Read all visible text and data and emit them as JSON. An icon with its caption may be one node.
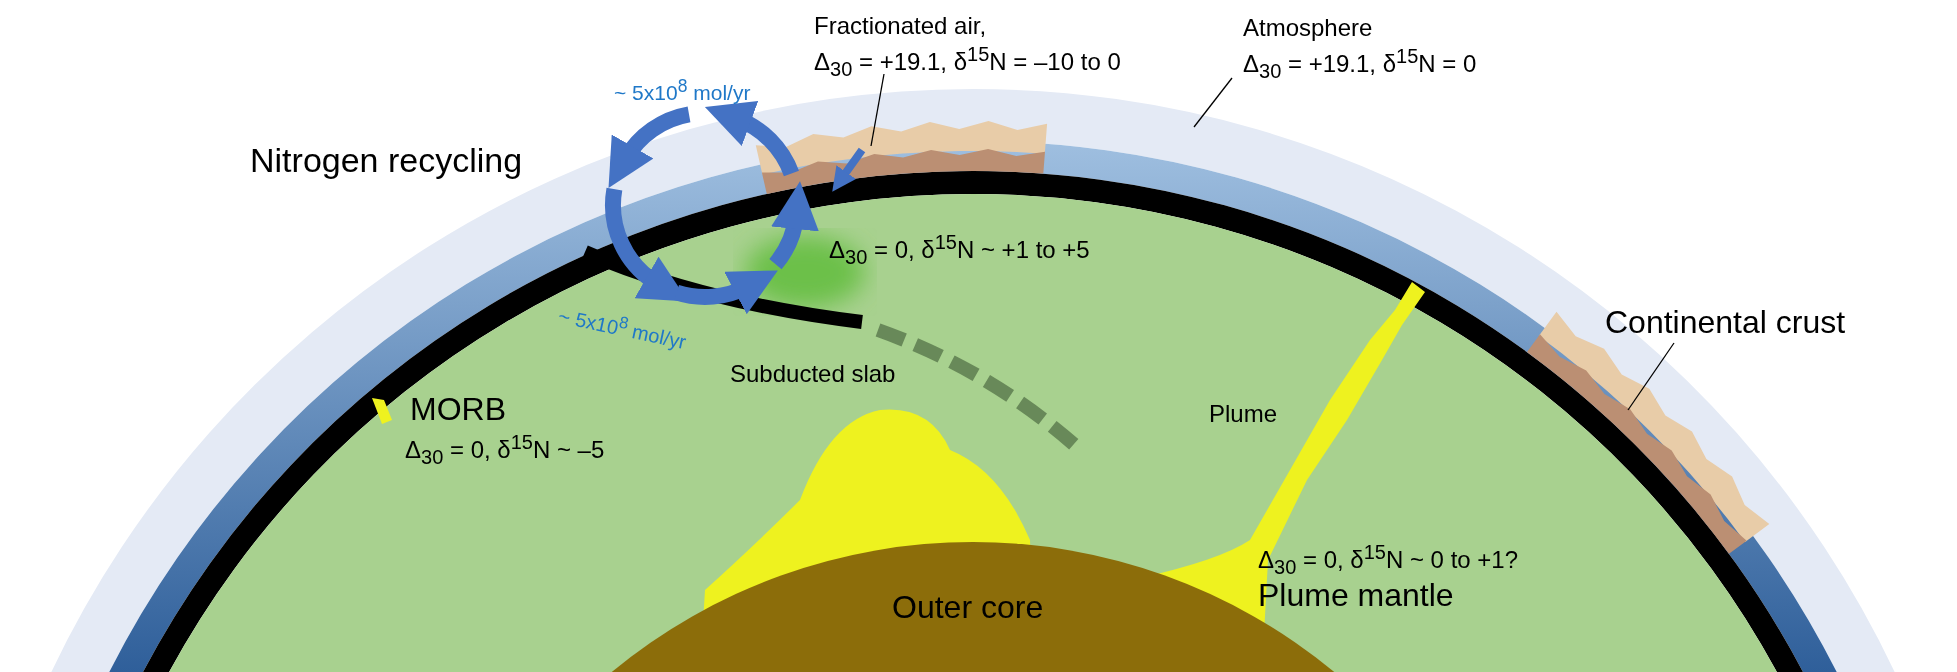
{
  "diagram": {
    "nodes": [
      {
        "text": [
          "Fractionated air,",
          "Δ$_{30}$ = +19.1, δ$^{15}$N = –10 to 0"
        ]
      },
      {
        "text": [],
        "shape": "picture"
      },
      {
        "text": [
          "Atmosphere",
          "Δ$_{30}$ = +19.1, δ$^{15}$N = 0"
        ]
      },
      {
        "text": [],
        "shape": "band"
      },
      {
        "text": [
          "Continental crust"
        ]
      },
      {
        "text": [],
        "shape": "picture"
      }
    ],
    "edges": [
      {
        "from": 0,
        "to": 1,
        "arrow": "none"
      },
      {
        "from": 2,
        "to": 3,
        "arrow": "none"
      },
      {
        "from": 4,
        "to": 5,
        "arrow": "none"
      }
    ],
    "labels": [
      "~ 5x10$^{8}$ mol/yr",
      "Nitrogen recycling",
      "Δ$_{30}$ = 0, δ$^{15}$N ~ +1 to +5",
      "~ 5x10$^{8}$ mol/yr",
      "Subducted slab",
      "MORB",
      "Plume",
      "Δ$_{30}$ = 0, δ$^{15}$N ~ –5",
      "Δ$_{30}$ = 0, δ$^{15}$N ~ 0 to +1?",
      "Plume mantle",
      "Outer core"
    ]
  }
}
